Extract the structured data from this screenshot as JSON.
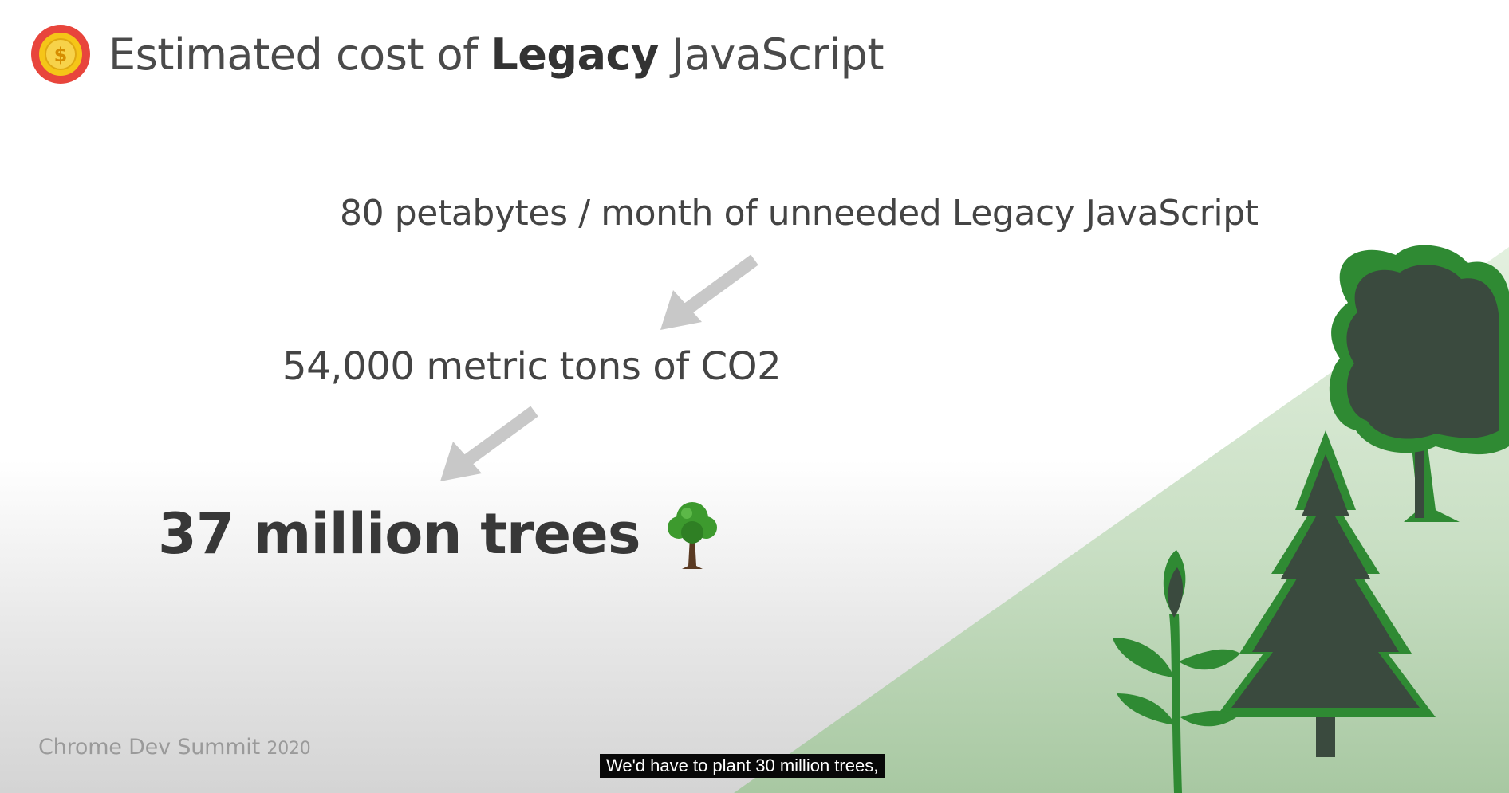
{
  "slide": {
    "title": {
      "prefix": "Estimated cost of ",
      "emphasis": "Legacy",
      "suffix": " JavaScript"
    },
    "icons": {
      "title_icon": "coin-icon",
      "tree_icon": "tree-emoji-icon",
      "flow_arrow": "arrow-down-left-icon",
      "background_art": "forest-illustration"
    },
    "stats": {
      "data_volume": "80 petabytes / month of unneeded Legacy JavaScript",
      "co2": "54,000 metric tons of CO2",
      "trees": "37 million trees"
    },
    "footer": {
      "brand": "Chrome Dev Summit",
      "year": "2020"
    }
  },
  "caption": {
    "text": "We'd have to plant 30 million trees,"
  },
  "colors": {
    "title_text": "#4a4a4a",
    "arrow": "#c8c8c8",
    "forest_dark": "#3a4a3e",
    "forest_green": "#3a8a3a",
    "forest_light": "#d6e9d2",
    "coin_gold": "#f5c518",
    "coin_red": "#e8453c",
    "caption_bg": "#080808"
  }
}
